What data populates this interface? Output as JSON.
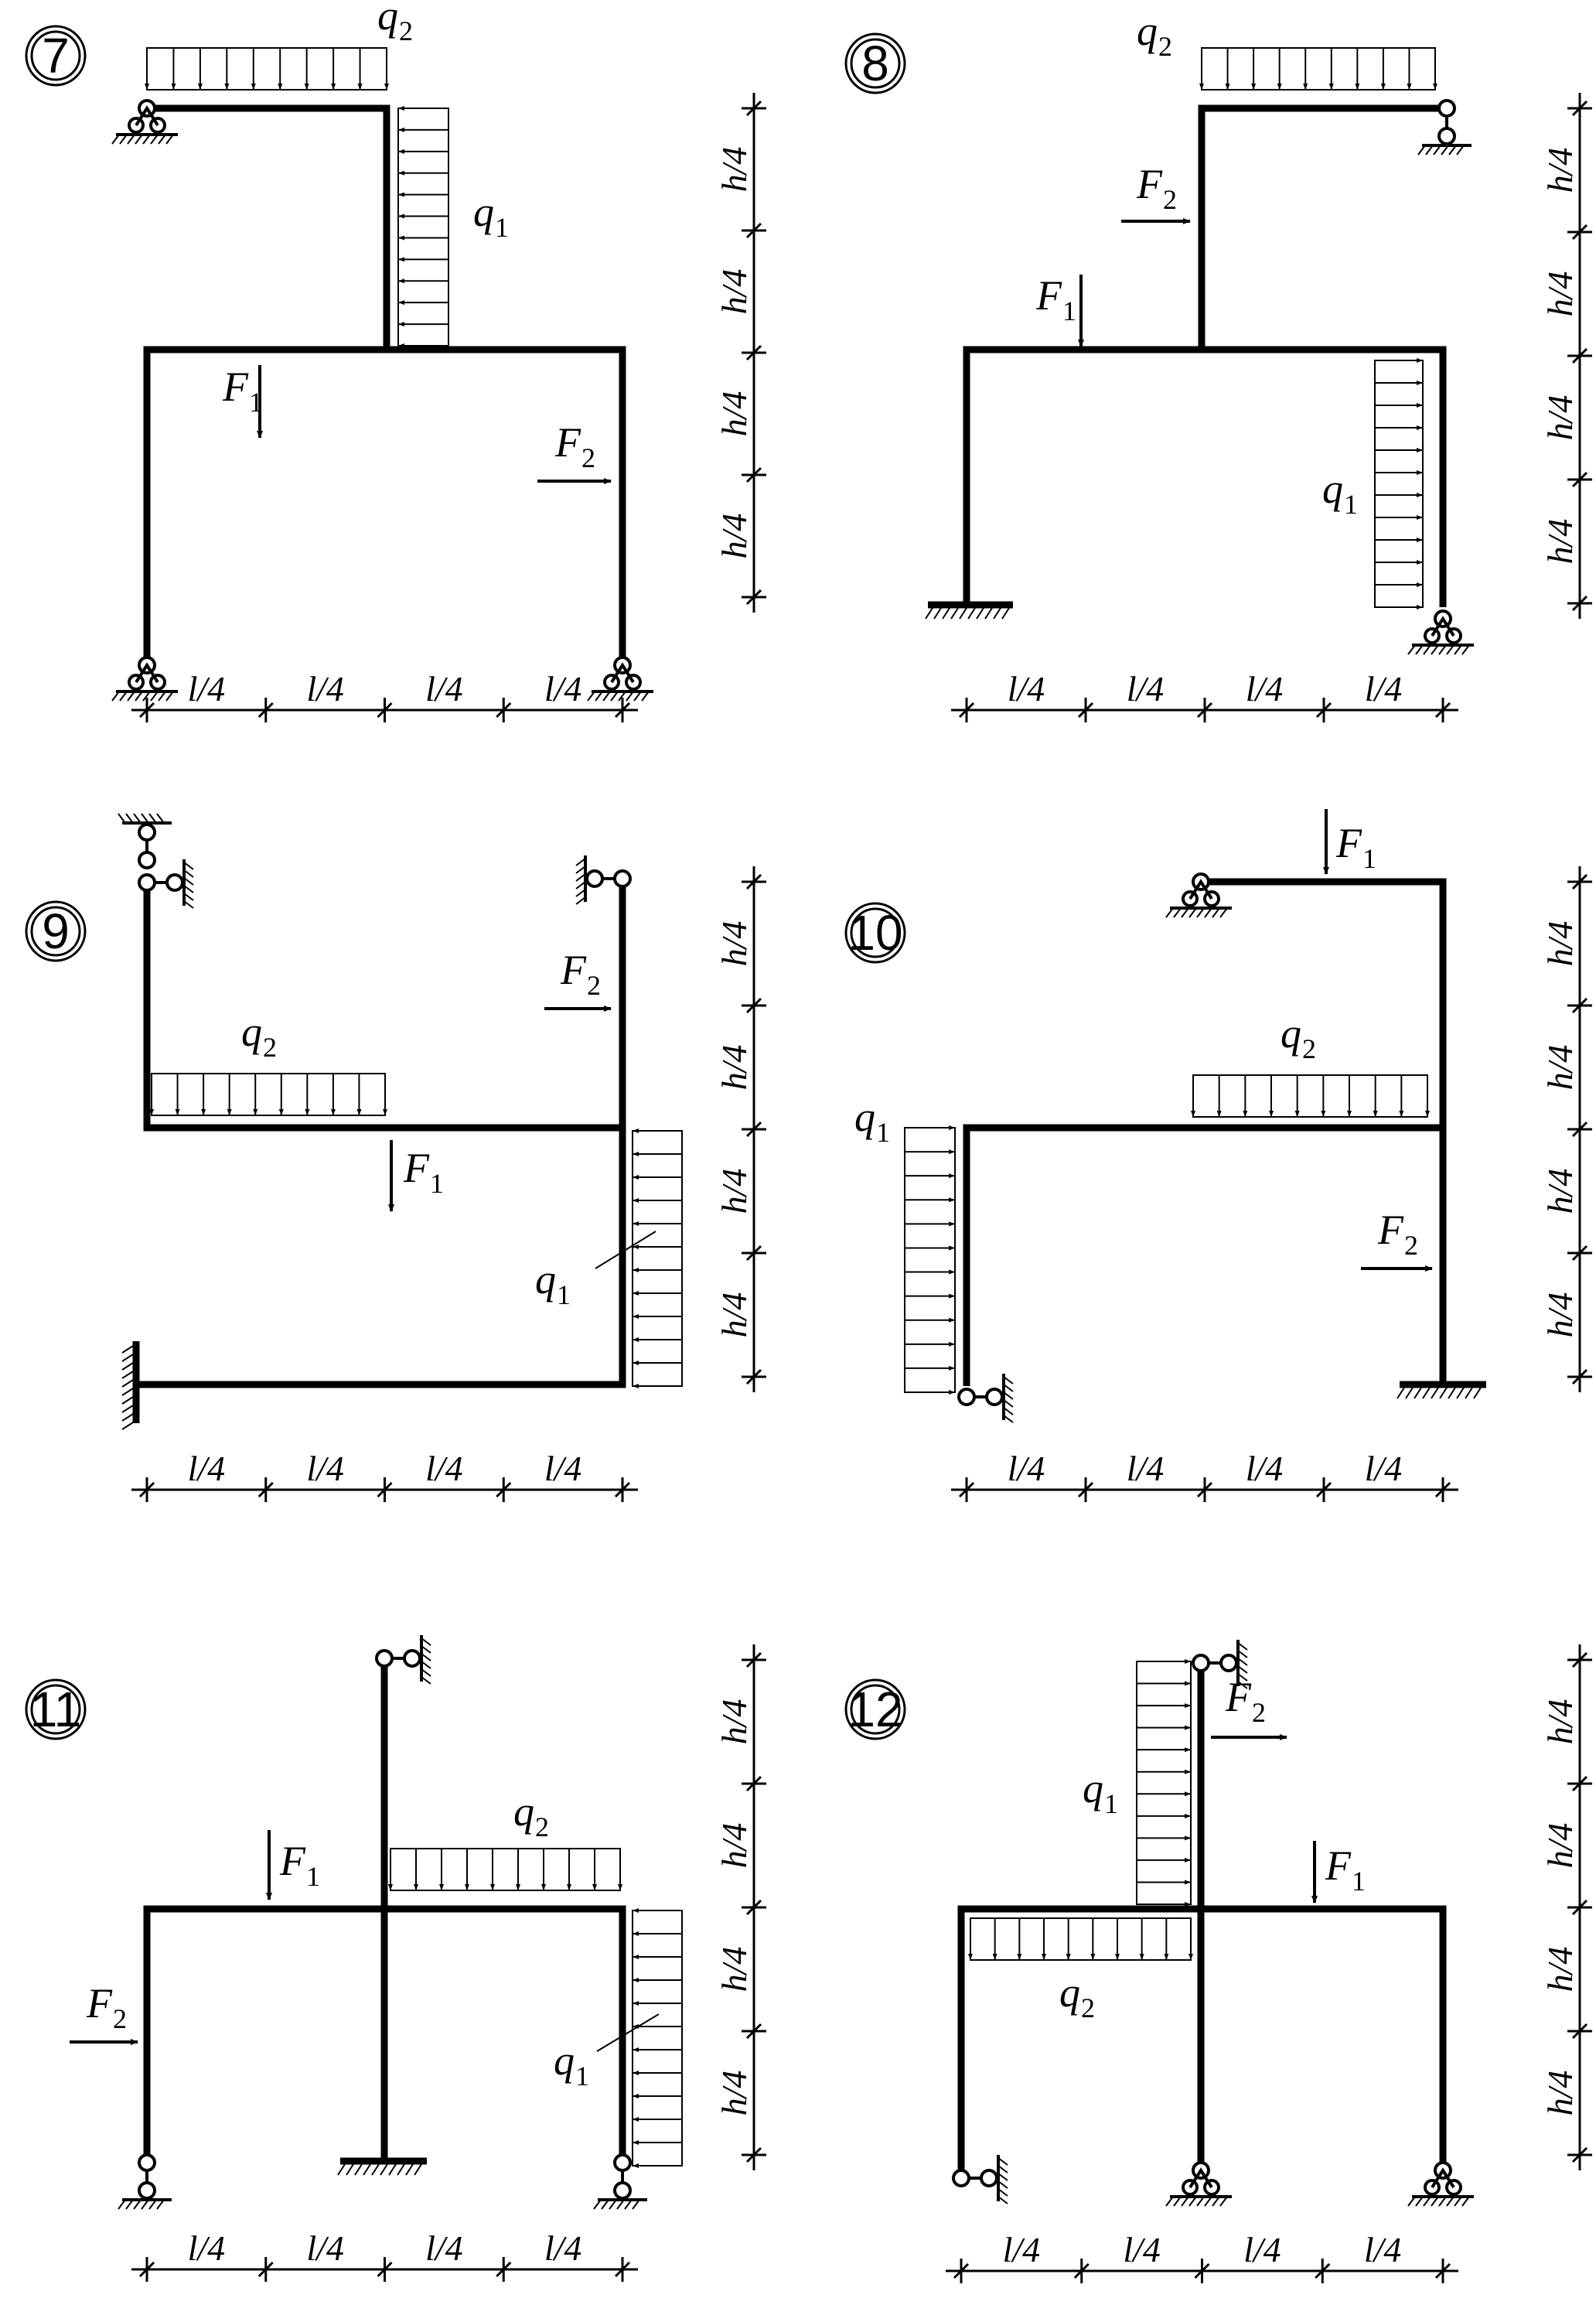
{
  "panels": [
    {
      "number": "7",
      "q1": "q",
      "q1_sub": "1",
      "q2": "q",
      "q2_sub": "2",
      "f1": "F",
      "f1_sub": "1",
      "f2": "F",
      "f2_sub": "2"
    },
    {
      "number": "8",
      "q1": "q",
      "q1_sub": "1",
      "q2": "q",
      "q2_sub": "2",
      "f1": "F",
      "f1_sub": "1",
      "f2": "F",
      "f2_sub": "2"
    },
    {
      "number": "9",
      "q1": "q",
      "q1_sub": "1",
      "q2": "q",
      "q2_sub": "2",
      "f1": "F",
      "f1_sub": "1",
      "f2": "F",
      "f2_sub": "2"
    },
    {
      "number": "10",
      "q1": "q",
      "q1_sub": "1",
      "q2": "q",
      "q2_sub": "2",
      "f1": "F",
      "f1_sub": "1",
      "f2": "F",
      "f2_sub": "2"
    },
    {
      "number": "11",
      "q1": "q",
      "q1_sub": "1",
      "q2": "q",
      "q2_sub": "2",
      "f1": "F",
      "f1_sub": "1",
      "f2": "F",
      "f2_sub": "2"
    },
    {
      "number": "12",
      "q1": "q",
      "q1_sub": "1",
      "q2": "q",
      "q2_sub": "2",
      "f1": "F",
      "f1_sub": "1",
      "f2": "F",
      "f2_sub": "2"
    }
  ],
  "dimensions": {
    "horizontal_label": "l/4",
    "vertical_label": "h/4"
  }
}
